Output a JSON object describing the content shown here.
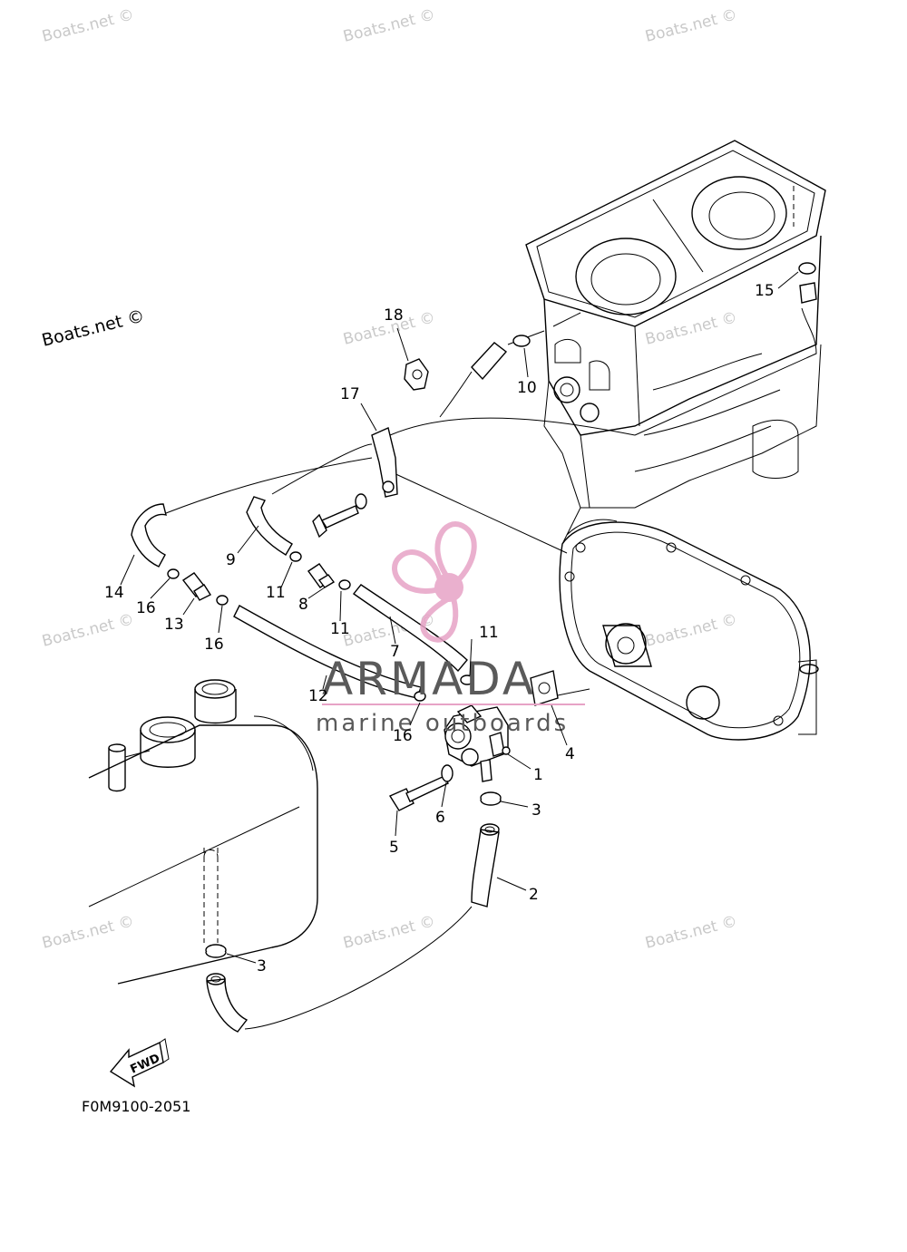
{
  "watermark": {
    "text": "Boats.net ©"
  },
  "logo": {
    "name": "ARMADA",
    "tagline": "marine outboards",
    "color_text": "#5a5a5a",
    "color_accent": "#e7a3c6"
  },
  "diagram_code": "F0M9100-2051",
  "fwd_arrow": {
    "label": "FWD",
    "icon": "forward-arrow-icon"
  },
  "callouts": {
    "c1": "1",
    "c2": "2",
    "c3a": "3",
    "c3b": "3",
    "c4": "4",
    "c5": "5",
    "c6": "6",
    "c7": "7",
    "c8": "8",
    "c9": "9",
    "c10": "10",
    "c11a": "11",
    "c11b": "11",
    "c11c": "11",
    "c12": "12",
    "c13": "13",
    "c14": "14",
    "c15": "15",
    "c16a": "16",
    "c16b": "16",
    "c16c": "16",
    "c17": "17",
    "c18": "18"
  }
}
